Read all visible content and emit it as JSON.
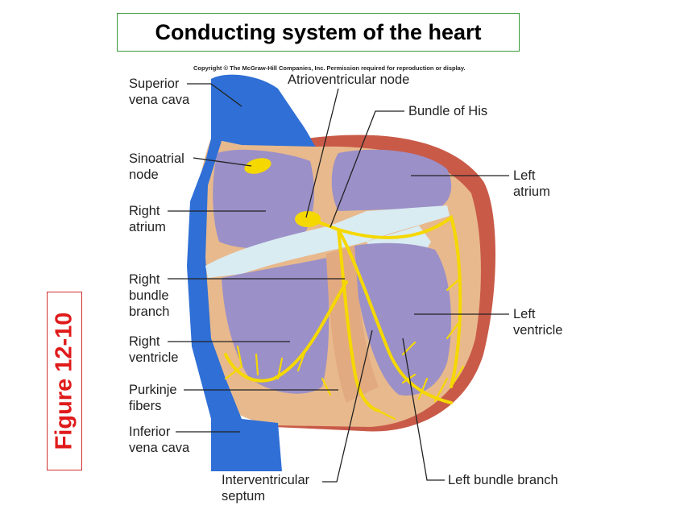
{
  "title": "Conducting system of the heart",
  "copyright": "Copyright © The McGraw-Hill Companies, Inc. Permission required for reproduction or display.",
  "figure_label": "Figure 12-10",
  "labels": {
    "superior_vena_cava": [
      "Superior",
      "vena cava"
    ],
    "sinoatrial_node": [
      "Sinoatrial",
      "node"
    ],
    "right_atrium": [
      "Right",
      "atrium"
    ],
    "right_bundle_branch": [
      "Right",
      "bundle",
      "branch"
    ],
    "right_ventricle": [
      "Right",
      "ventricle"
    ],
    "purkinje_fibers": [
      "Purkinje",
      "fibers"
    ],
    "inferior_vena_cava": [
      "Inferior",
      "vena cava"
    ],
    "interventricular_septum": [
      "Interventricular",
      "septum"
    ],
    "atrioventricular_node": "Atrioventricular node",
    "bundle_of_his": "Bundle of His",
    "left_atrium": [
      "Left",
      "atrium"
    ],
    "left_ventricle": [
      "Left",
      "ventricle"
    ],
    "left_bundle_branch": "Left bundle branch"
  },
  "colors": {
    "vena_cava": "#2f6fd6",
    "myocardium": "#e8b98c",
    "chamber": "#9b90c8",
    "valve": "#d9ecf2",
    "conduction": "#f5d800",
    "outer_wall": "#c95a48",
    "title_border": "#3a9a3a",
    "figure_red": "#e01a1a"
  }
}
